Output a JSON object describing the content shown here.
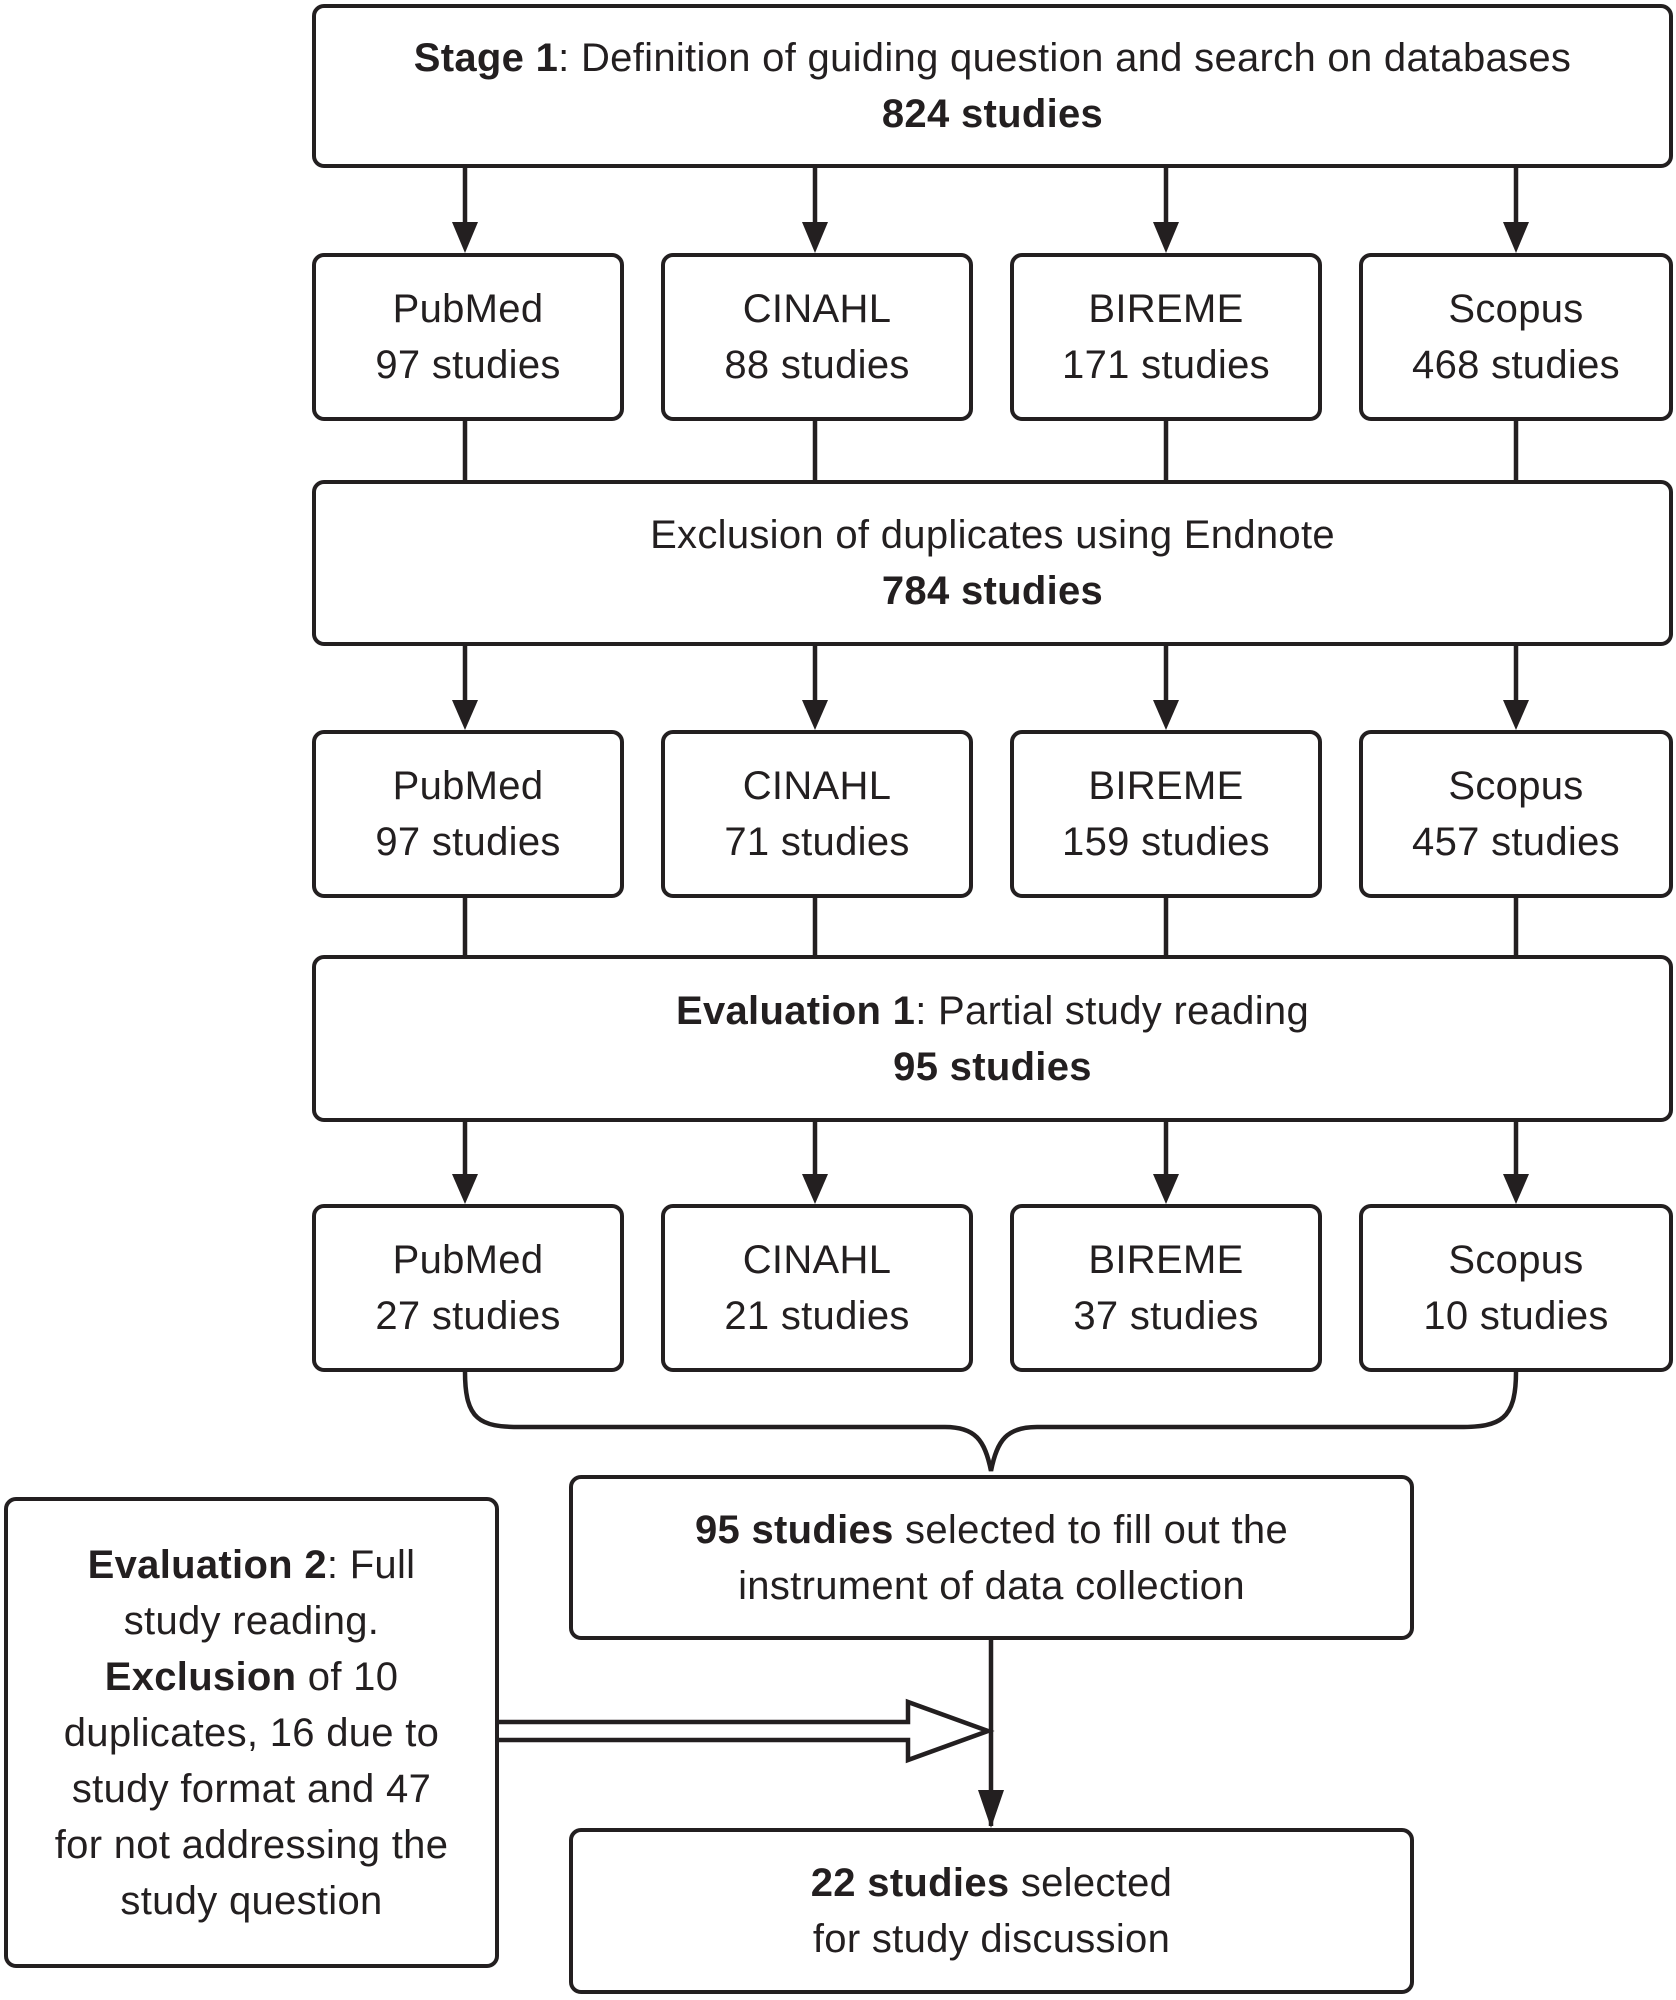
{
  "stage1": {
    "bold": "Stage 1",
    "text": ": Definition of guiding question and search on databases",
    "count": "824 studies"
  },
  "row1": [
    {
      "name": "PubMed",
      "count": "97 studies"
    },
    {
      "name": "CINAHL",
      "count": "88 studies"
    },
    {
      "name": "BIREME",
      "count": "171 studies"
    },
    {
      "name": "Scopus",
      "count": "468 studies"
    }
  ],
  "dedup": {
    "text": "Exclusion of duplicates using Endnote",
    "count": "784 studies"
  },
  "row2": [
    {
      "name": "PubMed",
      "count": "97 studies"
    },
    {
      "name": "CINAHL",
      "count": "71 studies"
    },
    {
      "name": "BIREME",
      "count": "159 studies"
    },
    {
      "name": "Scopus",
      "count": "457 studies"
    }
  ],
  "eval1": {
    "bold": "Evaluation 1",
    "text": ": Partial study reading",
    "count": "95 studies"
  },
  "row3": [
    {
      "name": "PubMed",
      "count": "27 studies"
    },
    {
      "name": "CINAHL",
      "count": "21 studies"
    },
    {
      "name": "BIREME",
      "count": "37 studies"
    },
    {
      "name": "Scopus",
      "count": "10 studies"
    }
  ],
  "selected95": {
    "bold": "95 studies",
    "text": " selected to fill out the",
    "line2": "instrument of data collection"
  },
  "eval2": {
    "bold1": "Evaluation 2",
    "text1": ": Full",
    "line2": "study reading.",
    "bold3": "Exclusion",
    "text3": " of 10",
    "line4": "duplicates, 16 due to",
    "line5": "study format and 47",
    "line6": "for not addressing the",
    "line7": "study question"
  },
  "final": {
    "bold": "22 studies",
    "text": " selected",
    "line2": "for study discussion"
  }
}
